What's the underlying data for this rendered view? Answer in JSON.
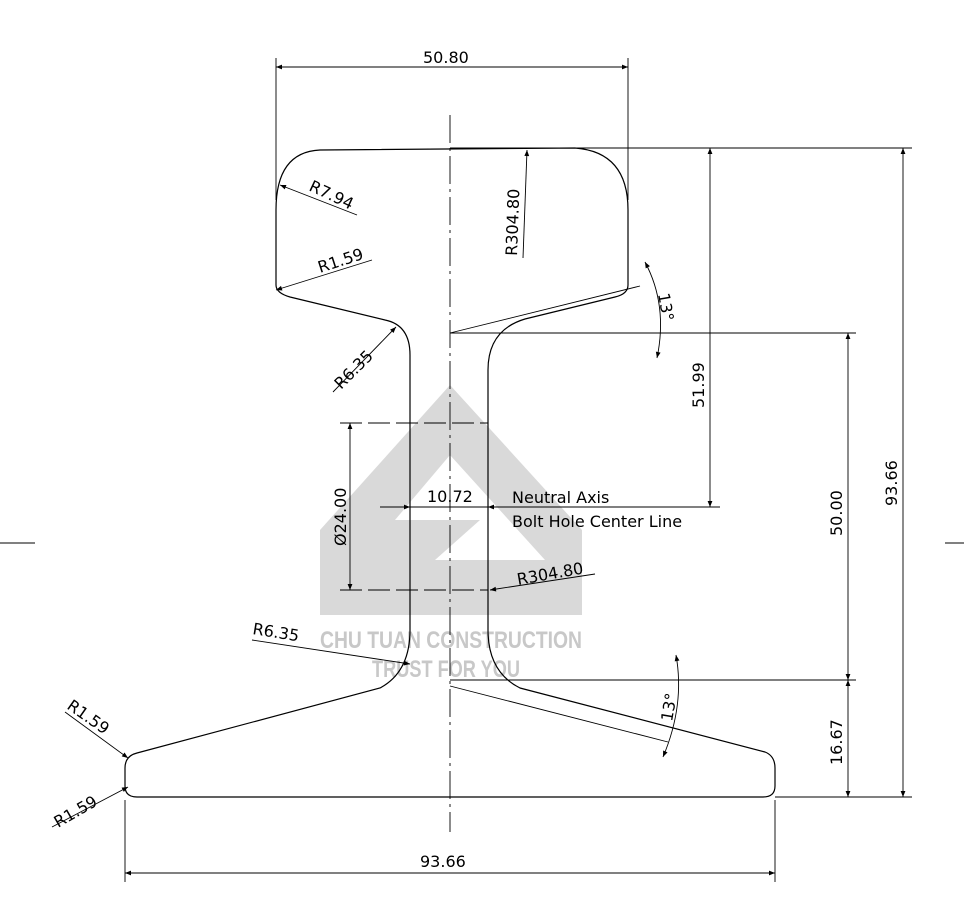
{
  "colors": {
    "line": "#000000",
    "watermark": "#d9d9d9",
    "watermark_text": "#c8c8c8"
  },
  "watermark": {
    "line1": "CHU TUAN CONSTRUCTION",
    "line2": "TRUST FOR YOU"
  },
  "dimensions": {
    "head_width": "50.80",
    "base_width": "93.66",
    "total_height": "93.66",
    "top_to_neutral": "51.99",
    "fishing_height": "50.00",
    "base_height": "16.67",
    "web_thickness": "10.72",
    "bolt_hole": "Ø24.00"
  },
  "radii": {
    "head_corner": "R7.94",
    "head_under": "R1.59",
    "crown": "R304.80",
    "web_top": "R6.35",
    "web_side": "R304.80",
    "web_bottom": "R6.35",
    "base_top": "R1.59",
    "base_bottom": "R1.59"
  },
  "angles": {
    "upper": "13°",
    "lower": "13°"
  },
  "labels": {
    "neutral_axis": "Neutral Axis",
    "bolt_line": "Bolt Hole Center Line"
  }
}
